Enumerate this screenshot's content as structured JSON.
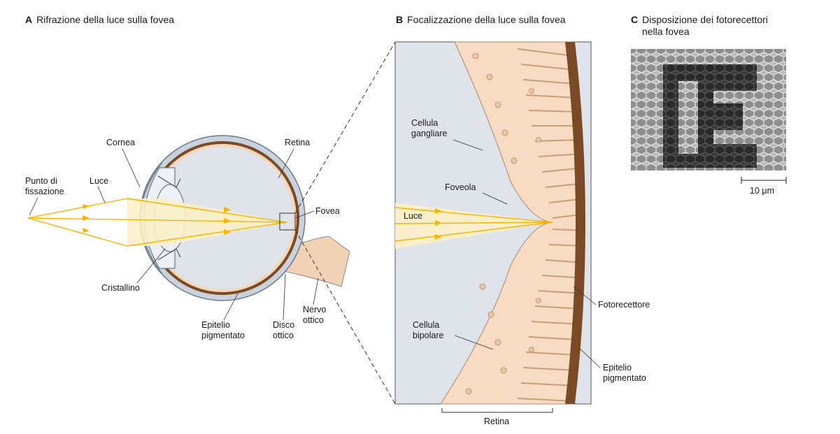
{
  "panels": {
    "a": {
      "letter": "A",
      "title": "Rifrazione della luce sulla fovea"
    },
    "b": {
      "letter": "B",
      "title": "Focalizzazione della luce sulla fovea"
    },
    "c": {
      "letter": "C",
      "title_line1": "Disposizione dei fotorecettori",
      "title_line2": "nella fovea"
    }
  },
  "labels_a": {
    "cornea": "Cornea",
    "retina": "Retina",
    "punto_line1": "Punto di",
    "punto_line2": "fissazione",
    "luce": "Luce",
    "fovea": "Fovea",
    "cristallino": "Cristallino",
    "epitelio_line1": "Epitelio",
    "epitelio_line2": "pigmentato",
    "disco_line1": "Disco",
    "disco_line2": "ottico",
    "nervo_line1": "Nervo",
    "nervo_line2": "ottico"
  },
  "labels_b": {
    "ganglio_line1": "Cellula",
    "ganglio_line2": "gangliare",
    "foveola": "Foveola",
    "luce": "Luce",
    "fotorecettore": "Fotorecettore",
    "bipolare_line1": "Cellula",
    "bipolare_line2": "bipolare",
    "epitelio_line1": "Epitelio",
    "epitelio_line2": "pigmentato",
    "retina": "Retina"
  },
  "labels_c": {
    "scale": "10 μm"
  },
  "colors": {
    "light_ray": "#f4b400",
    "retina_tissue": "#f7dcc3",
    "vitreous": "#dfe3ea",
    "pigment": "#7a4a25",
    "nerve": "#f2d2b4",
    "eye_wall": "#b8c4d2"
  }
}
